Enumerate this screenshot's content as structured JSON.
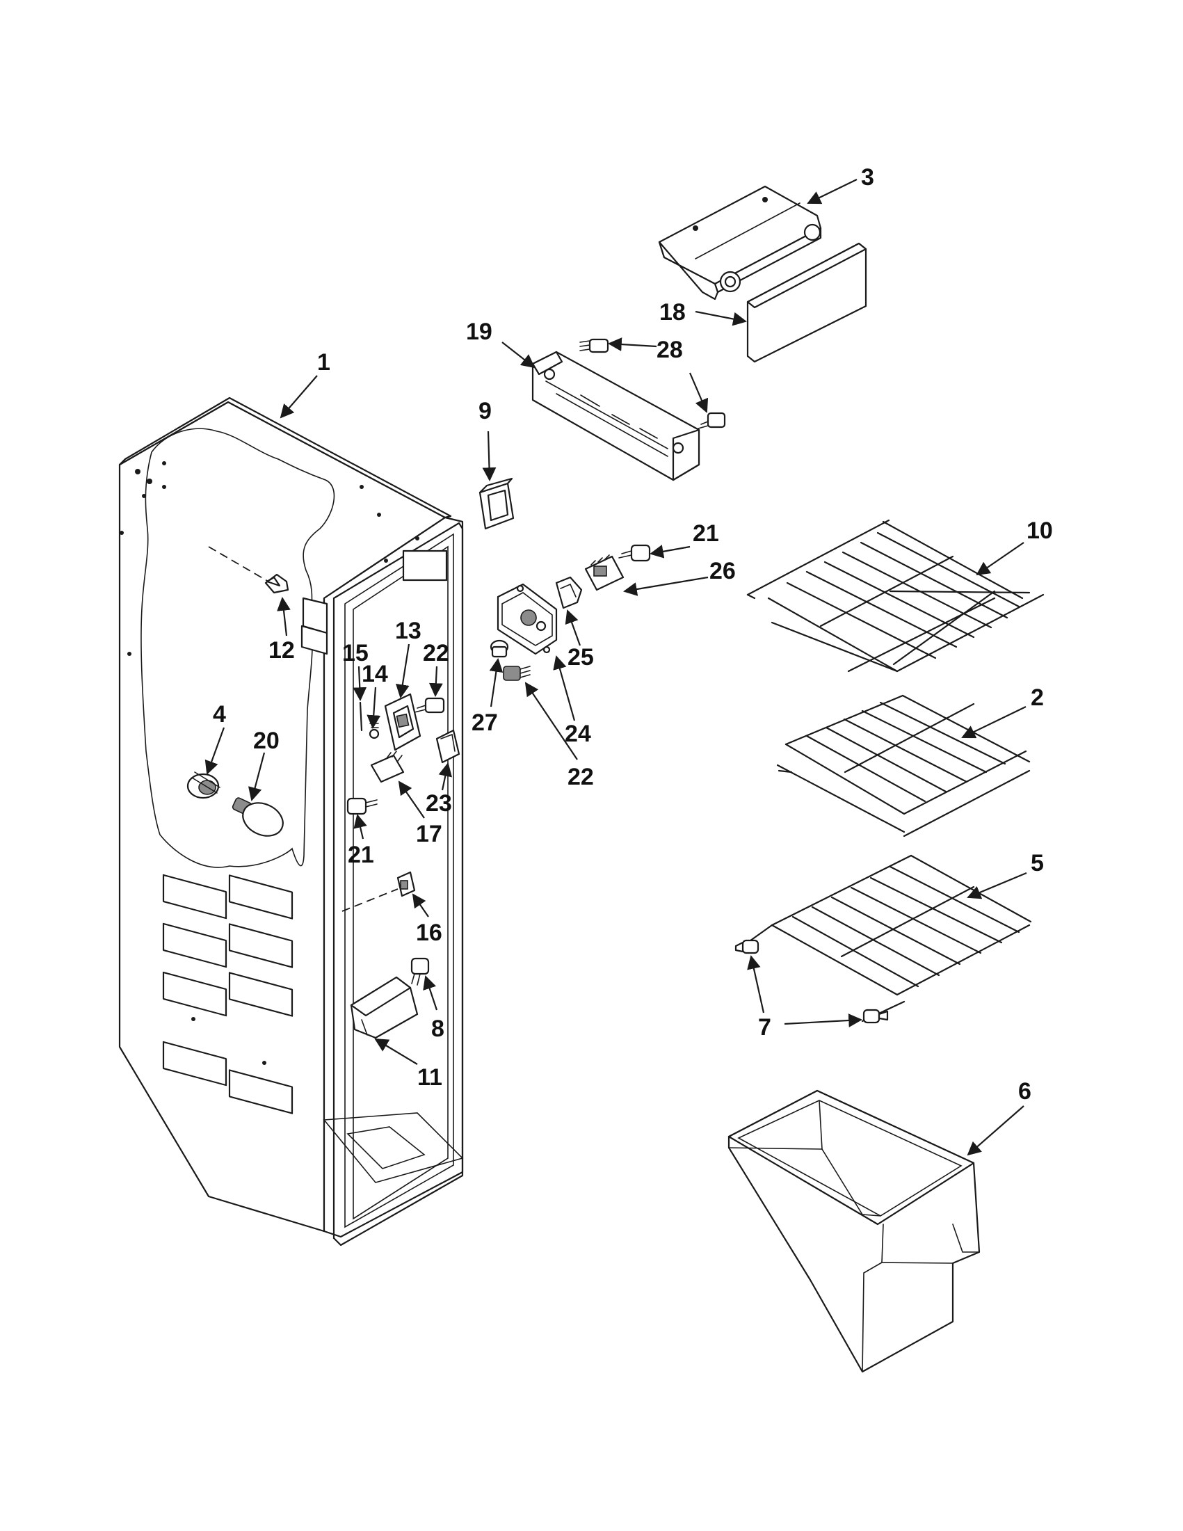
{
  "callouts": [
    {
      "num": "1"
    },
    {
      "num": "2"
    },
    {
      "num": "3"
    },
    {
      "num": "4"
    },
    {
      "num": "5"
    },
    {
      "num": "6"
    },
    {
      "num": "7"
    },
    {
      "num": "8"
    },
    {
      "num": "9"
    },
    {
      "num": "10"
    },
    {
      "num": "11"
    },
    {
      "num": "12"
    },
    {
      "num": "13"
    },
    {
      "num": "14"
    },
    {
      "num": "15"
    },
    {
      "num": "16"
    },
    {
      "num": "17"
    },
    {
      "num": "18"
    },
    {
      "num": "19"
    },
    {
      "num": "20"
    },
    {
      "num": "21"
    },
    {
      "num": "21"
    },
    {
      "num": "22"
    },
    {
      "num": "22"
    },
    {
      "num": "23"
    },
    {
      "num": "24"
    },
    {
      "num": "25"
    },
    {
      "num": "26"
    },
    {
      "num": "27"
    },
    {
      "num": "28"
    }
  ],
  "colors": {
    "line": "#1a1a1a",
    "background": "#ffffff",
    "text": "#111111"
  }
}
